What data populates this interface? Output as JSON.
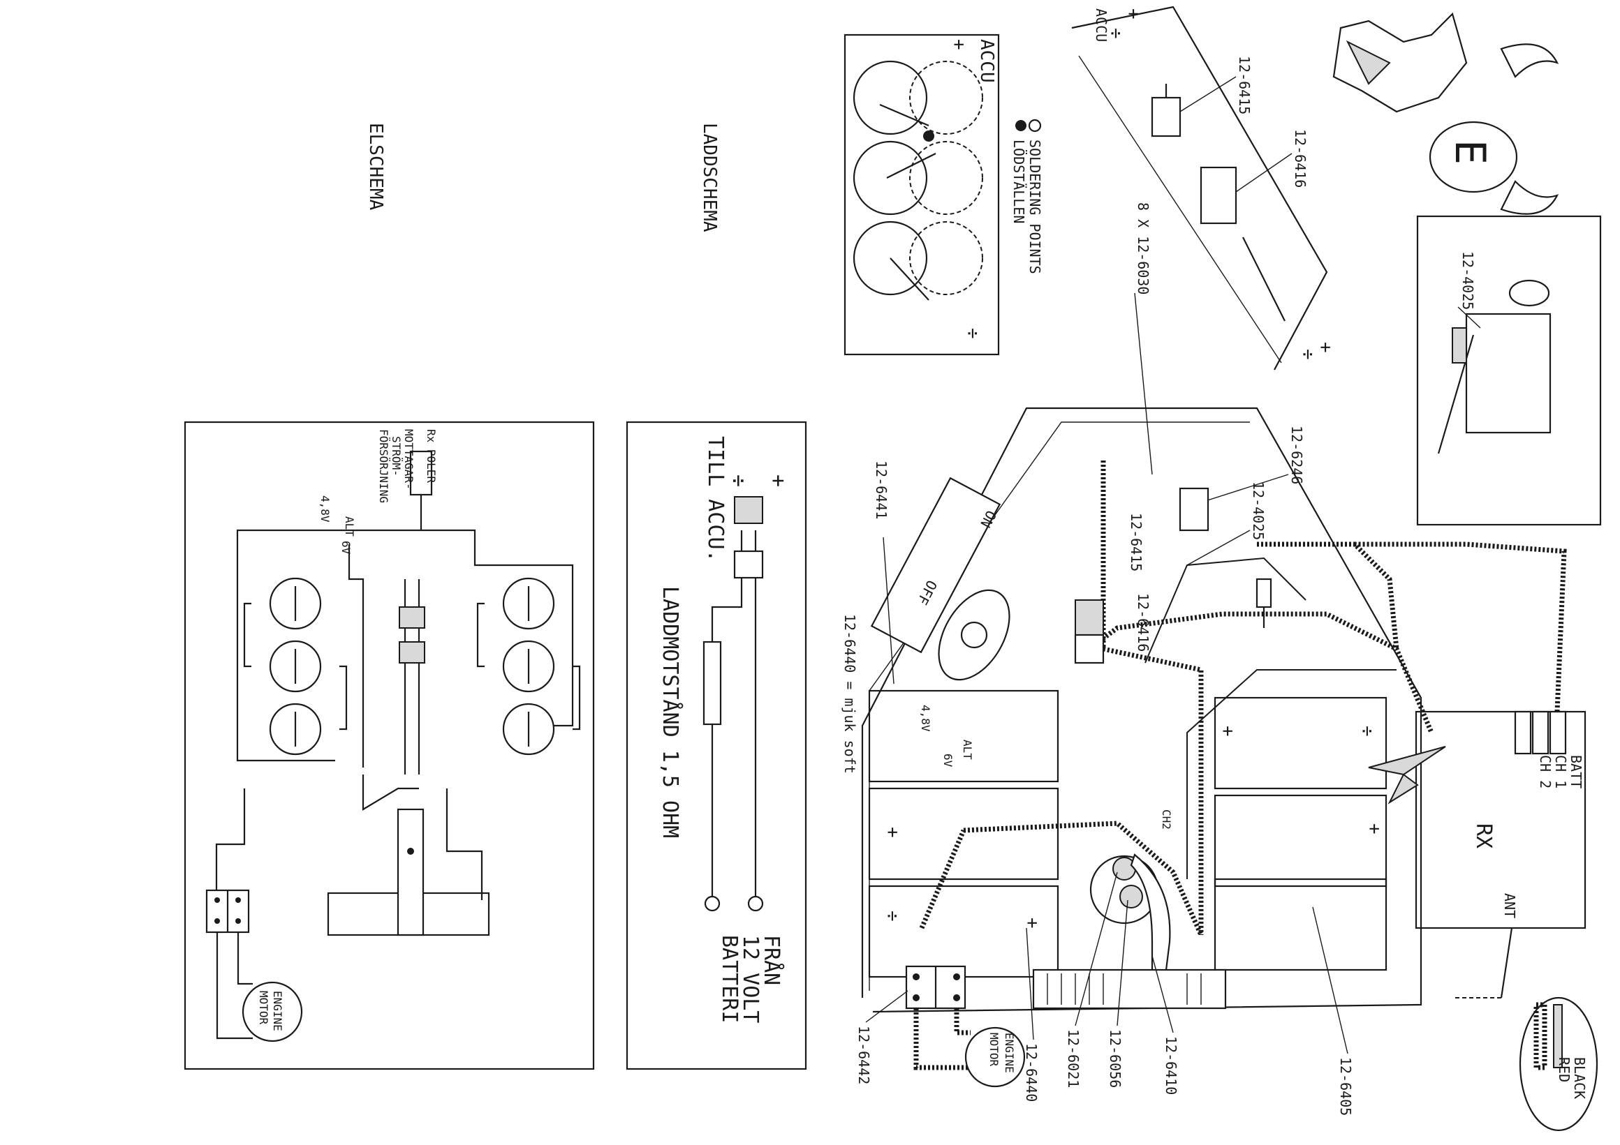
{
  "titles": {
    "elschema": "ELSCHEMA",
    "laddschema": "LADDSCHEMA"
  },
  "accu_inset": {
    "title": "ACCU",
    "plus": "+",
    "minus": "÷",
    "legend_line1": "SOLDERING POINTS",
    "legend_line2": "LÖDSTÄLLEN"
  },
  "charge_schematic": {
    "till_accu": "TILL ACCU.",
    "resistor": "LADDMOTSTÅND 1,5 OHM",
    "fran_line1": "FRÅN",
    "fran_line2": "12 VOLT",
    "fran_line3": "BATTERI",
    "plus": "+",
    "minus": "÷"
  },
  "electrical_schematic": {
    "rx_poler": "Rx POLER",
    "mottagare_line1": "MOTTAGAR-",
    "mottagare_line2": "STRÖM-",
    "mottagare_line3": "FÖRSÖRJNING",
    "alt": "ALT",
    "v48": "4,8V",
    "v6": "6V",
    "engine": "ENGINE",
    "motor": "MOTOR",
    "plus": "+",
    "minus": "÷"
  },
  "assembly": {
    "parts": {
      "p6415": "12-6415",
      "p6416": "12-6416",
      "p6030": "8 X 12-6030",
      "p4025": "12-4025",
      "p6246": "12-6246",
      "p4025b": "12-4025",
      "p6415b": "12-6415",
      "p6416b": "12-6416",
      "p6441": "12-6441",
      "p6440note": "12-6440 = mjuk soft",
      "p6442": "12-6442",
      "p6440": "12-6440",
      "p6021": "12-6021",
      "p6056": "12-6056",
      "p6410": "12-6410",
      "p6405": "12-6405"
    },
    "switch_on": "ON",
    "switch_off": "OFF",
    "rx_label": "RX",
    "batt": "BATT",
    "ch1": "CH 1",
    "ch2": "CH 2",
    "ant": "ANT",
    "ch2_plug": "CH2",
    "alt": "ALT",
    "v48": "4,8V",
    "v6": "6V",
    "engine": "ENGINE",
    "motor": "MOTOR",
    "accu_plus": "+",
    "accu_minus": "÷",
    "accu": "ACCU",
    "legend_black": "BLACK",
    "legend_red": "RED",
    "logo_letter": "E"
  }
}
